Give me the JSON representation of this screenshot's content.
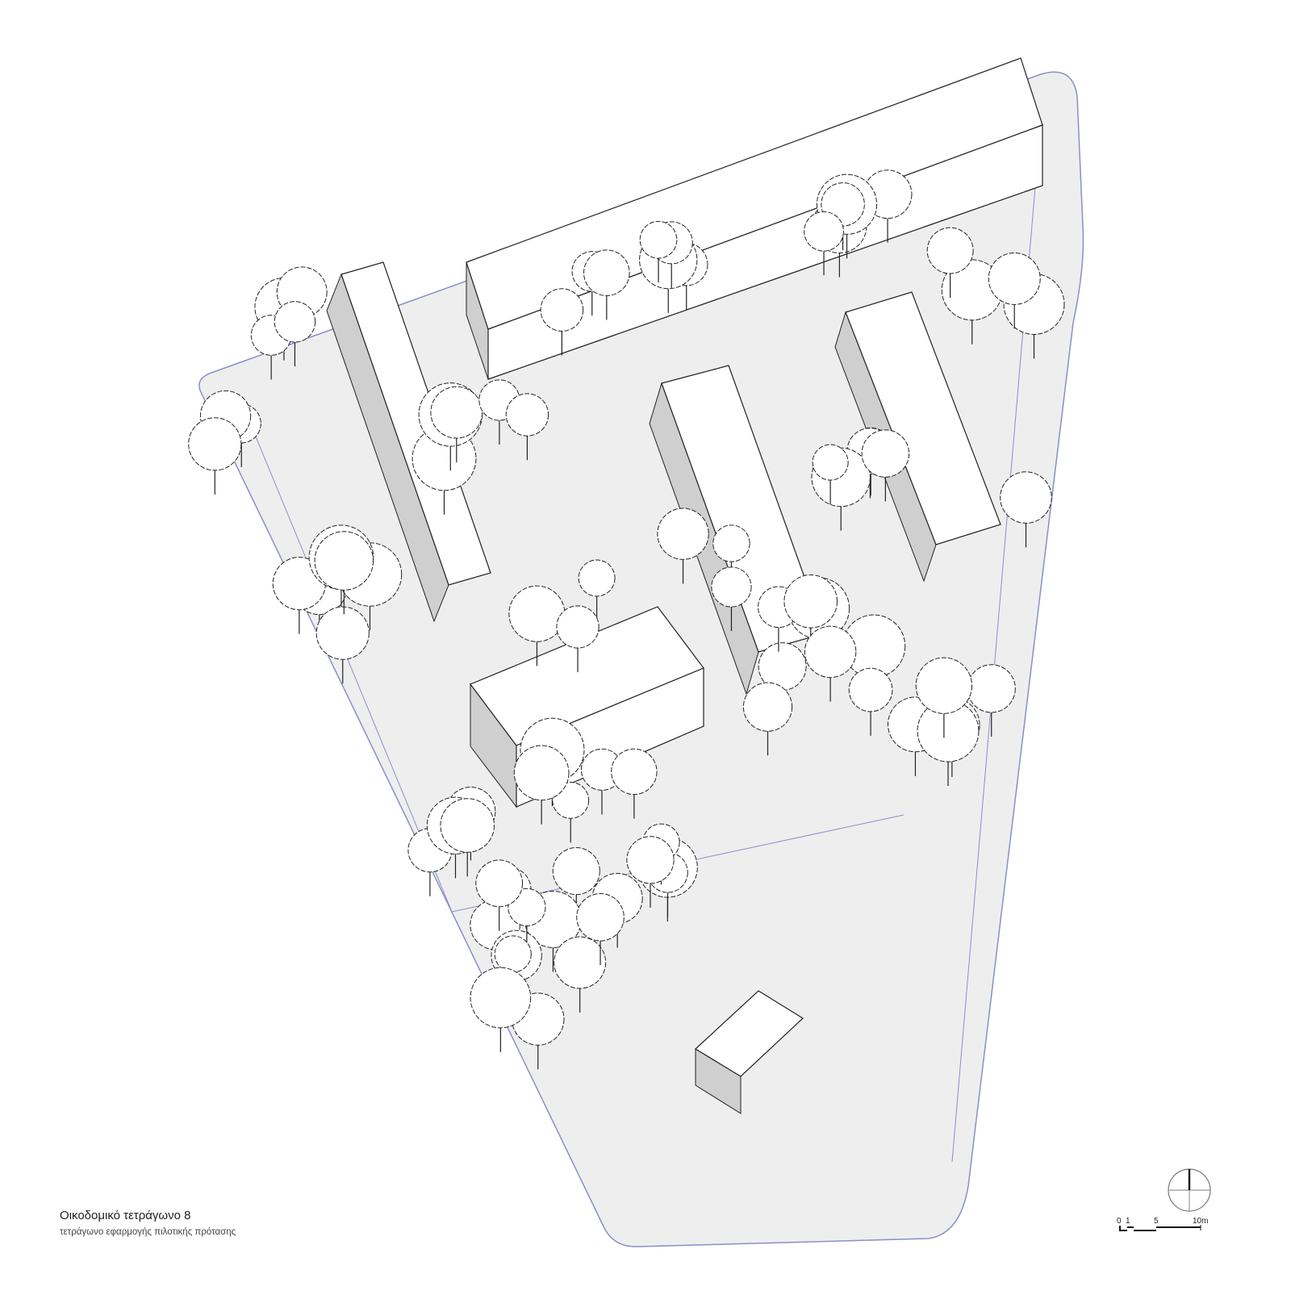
{
  "caption": {
    "title": "Οικοδομικό τετράγωνο 8",
    "subtitle": "τετράγωνο εφαρμογής πιλοτικής πρότασης"
  },
  "scale_bar": {
    "labels": [
      "0",
      "1",
      "5",
      "10m"
    ]
  },
  "icons": {
    "north_arrow": "north-arrow-icon"
  },
  "colors": {
    "site_outline": "#8a8fc8",
    "ground": "#eeeeee",
    "line": "#222222",
    "facade": "#cfcfcf"
  }
}
